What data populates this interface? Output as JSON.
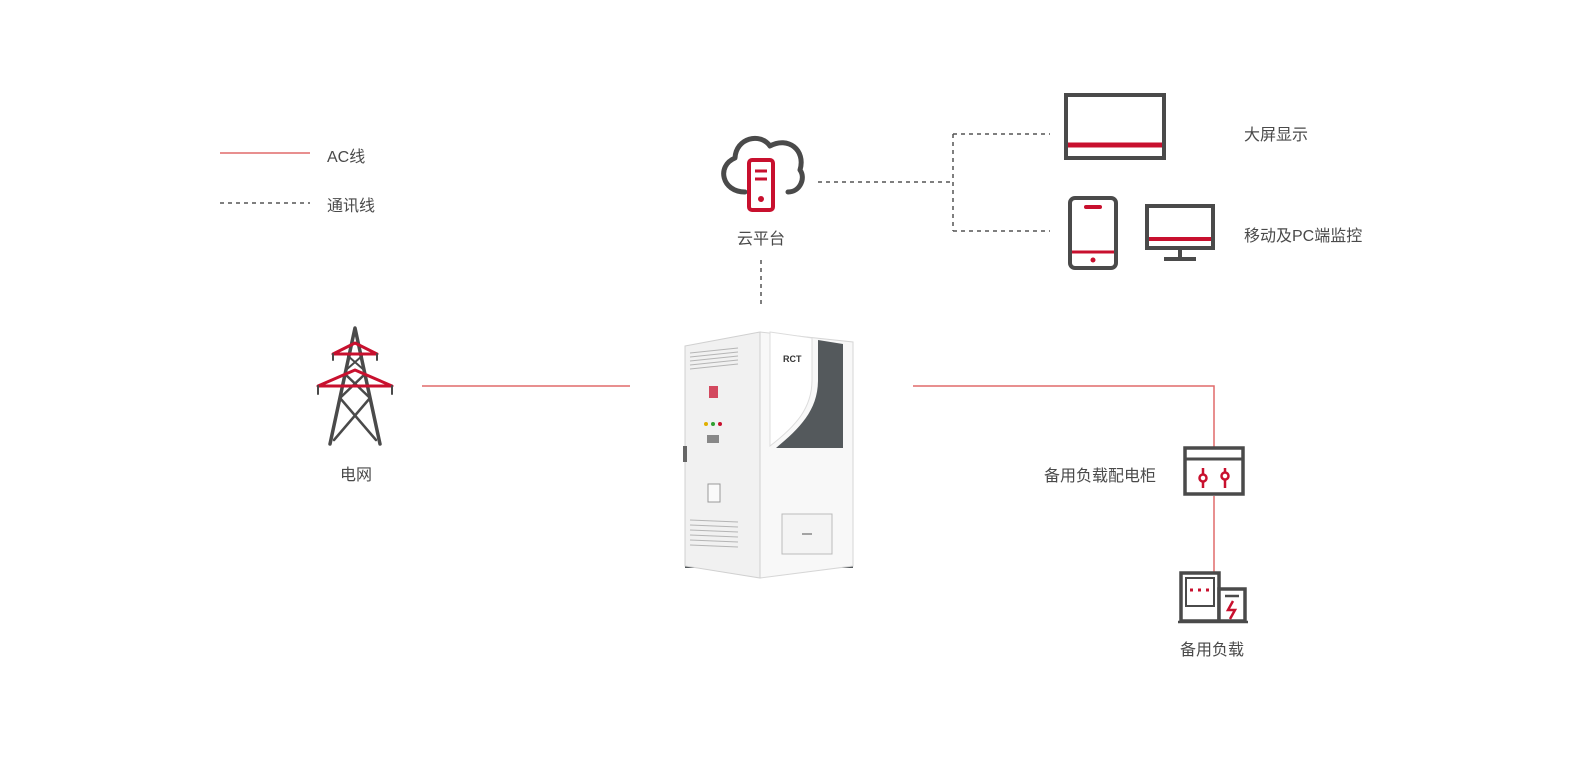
{
  "legend": {
    "ac_label": "AC线",
    "comm_label": "通讯线"
  },
  "nodes": {
    "cloud": "云平台",
    "large_screen": "大屏显示",
    "mobile_pc": "移动及PC端监控",
    "grid": "电网",
    "backup_cabinet": "备用负载配电柜",
    "backup_load": "备用负载"
  },
  "device": {
    "brand": "RCT"
  },
  "colors": {
    "ac_line": "#e06a6a",
    "comm_line": "#555555",
    "accent_red": "#c8102e",
    "icon_gray": "#4a4a4a",
    "cabinet_dark": "#54595c"
  }
}
